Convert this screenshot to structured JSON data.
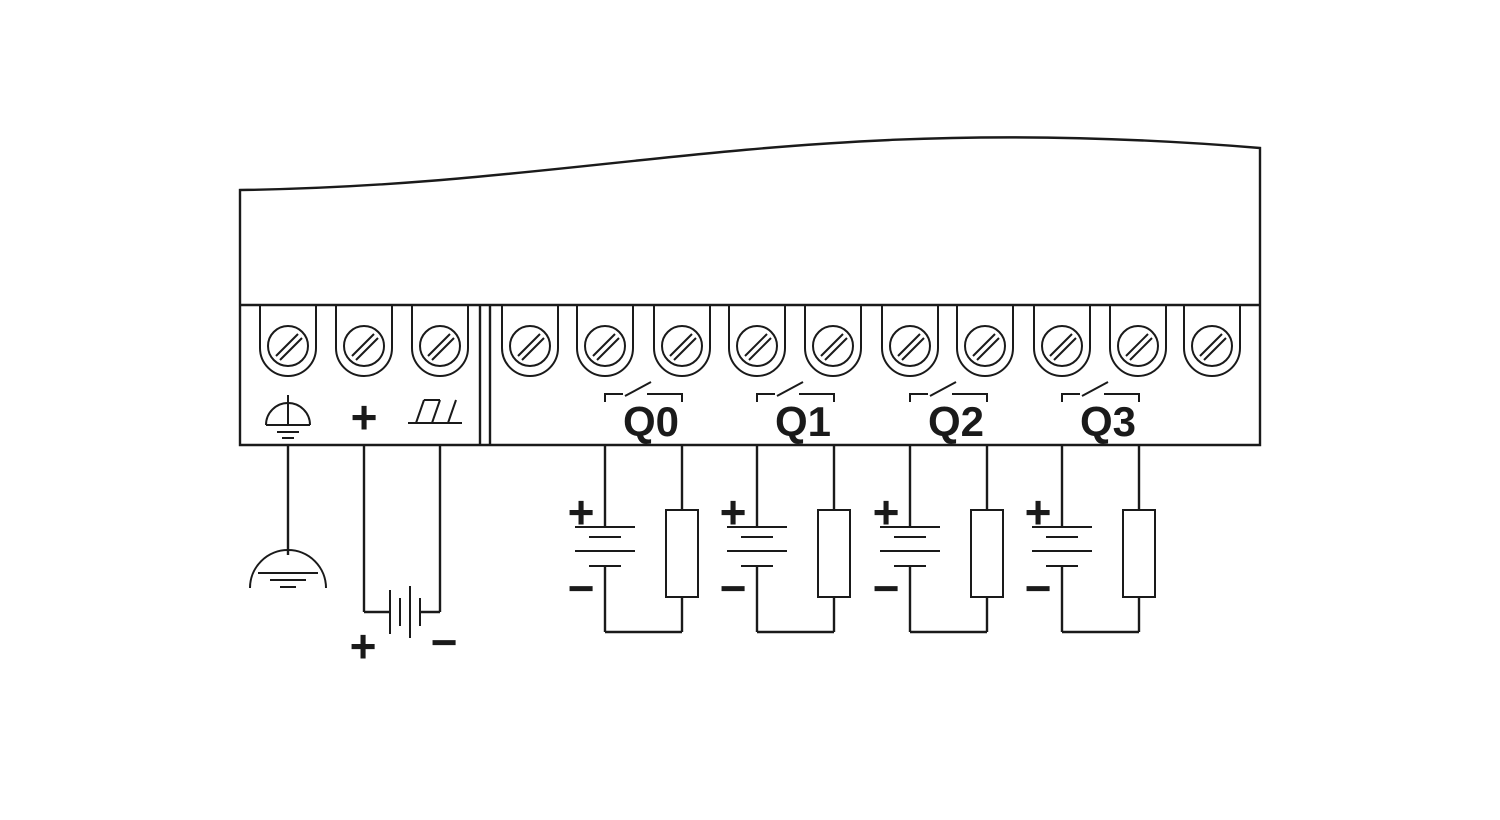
{
  "colors": {
    "line": "#1a1a1a",
    "background": "#ffffff"
  },
  "power_terminals": [
    {
      "id": "pe",
      "icon": "protective-earth-icon"
    },
    {
      "id": "plus",
      "label": "+"
    },
    {
      "id": "functional-earth",
      "icon": "functional-earth-icon"
    }
  ],
  "outputs": [
    {
      "label": "Q0",
      "supply_plus": "+",
      "supply_minus": "−"
    },
    {
      "label": "Q1",
      "supply_plus": "+",
      "supply_minus": "−"
    },
    {
      "label": "Q2",
      "supply_plus": "+",
      "supply_minus": "−"
    },
    {
      "label": "Q3",
      "supply_plus": "+",
      "supply_minus": "−"
    }
  ],
  "supply_battery": {
    "plus": "+",
    "minus": "−"
  },
  "icons": [
    "screw-terminal-icon",
    "protective-earth-icon",
    "functional-earth-icon",
    "ground-icon",
    "battery-icon",
    "resistor-load-icon",
    "relay-contact-icon"
  ]
}
